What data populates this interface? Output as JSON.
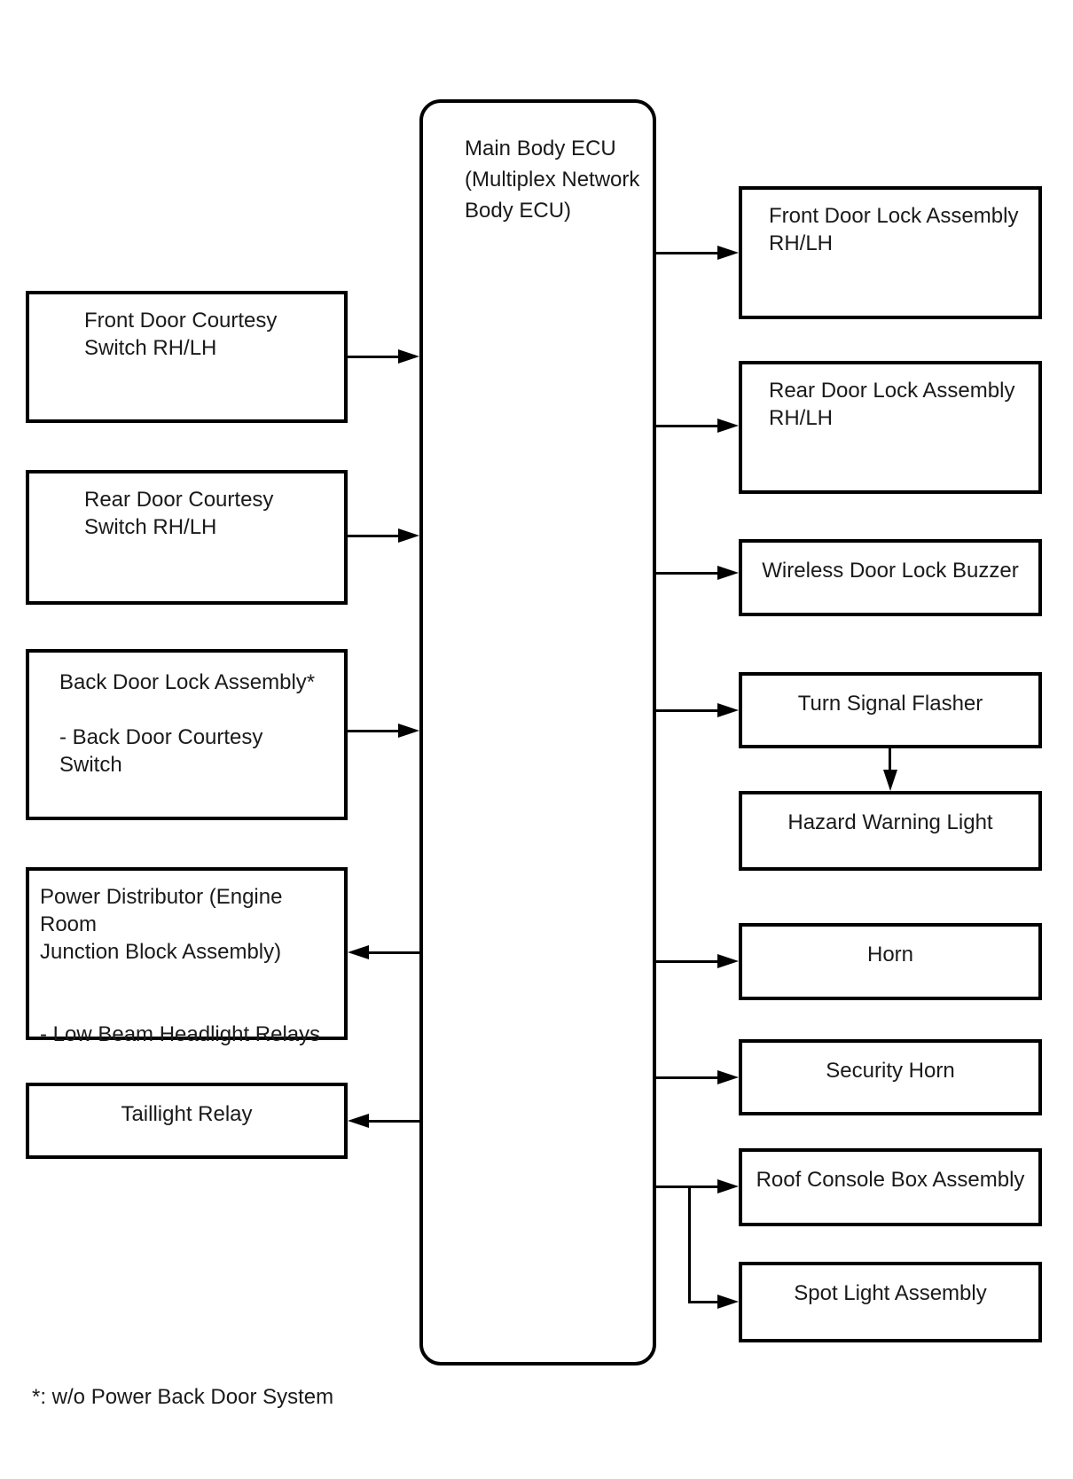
{
  "ecu": {
    "label": "Main Body ECU\n(Multiplex Network\nBody ECU)"
  },
  "left_nodes": [
    {
      "id": "front-door-courtesy-switch",
      "label": "Front Door Courtesy\nSwitch RH/LH",
      "arrow": "into-ecu"
    },
    {
      "id": "rear-door-courtesy-switch",
      "label": "Rear Door Courtesy\nSwitch RH/LH",
      "arrow": "into-ecu"
    },
    {
      "id": "back-door-lock-assembly",
      "label": "Back Door Lock Assembly*\n\n- Back Door Courtesy\nSwitch",
      "arrow": "into-ecu"
    },
    {
      "id": "power-distributor",
      "label": "Power Distributor (Engine Room\nJunction Block Assembly)\n\n\n- Low Beam Headlight Relays",
      "arrow": "from-ecu"
    },
    {
      "id": "taillight-relay",
      "label": "Taillight Relay",
      "arrow": "from-ecu"
    }
  ],
  "right_nodes": [
    {
      "id": "front-door-lock-assembly",
      "label": "Front Door Lock Assembly\nRH/LH",
      "arrow": "from-ecu"
    },
    {
      "id": "rear-door-lock-assembly",
      "label": "Rear Door Lock Assembly\nRH/LH",
      "arrow": "from-ecu"
    },
    {
      "id": "wireless-door-lock-buzzer",
      "label": "Wireless Door Lock Buzzer",
      "arrow": "from-ecu"
    },
    {
      "id": "turn-signal-flasher",
      "label": "Turn Signal Flasher",
      "arrow": "from-ecu"
    },
    {
      "id": "hazard-warning-light",
      "label": "Hazard Warning Light",
      "arrow": "from-turn-signal-flasher"
    },
    {
      "id": "horn",
      "label": "Horn",
      "arrow": "from-ecu"
    },
    {
      "id": "security-horn",
      "label": "Security Horn",
      "arrow": "from-ecu"
    },
    {
      "id": "roof-console-box-assembly",
      "label": "Roof Console Box Assembly",
      "arrow": "from-ecu"
    },
    {
      "id": "spot-light-assembly",
      "label": "Spot Light Assembly",
      "arrow": "from-roof-console-branch"
    }
  ],
  "connections": [
    {
      "from": "front-door-courtesy-switch",
      "to": "main-body-ecu"
    },
    {
      "from": "rear-door-courtesy-switch",
      "to": "main-body-ecu"
    },
    {
      "from": "back-door-lock-assembly",
      "to": "main-body-ecu"
    },
    {
      "from": "main-body-ecu",
      "to": "power-distributor"
    },
    {
      "from": "main-body-ecu",
      "to": "taillight-relay"
    },
    {
      "from": "main-body-ecu",
      "to": "front-door-lock-assembly"
    },
    {
      "from": "main-body-ecu",
      "to": "rear-door-lock-assembly"
    },
    {
      "from": "main-body-ecu",
      "to": "wireless-door-lock-buzzer"
    },
    {
      "from": "main-body-ecu",
      "to": "turn-signal-flasher"
    },
    {
      "from": "turn-signal-flasher",
      "to": "hazard-warning-light"
    },
    {
      "from": "main-body-ecu",
      "to": "horn"
    },
    {
      "from": "main-body-ecu",
      "to": "security-horn"
    },
    {
      "from": "main-body-ecu",
      "to": "roof-console-box-assembly"
    },
    {
      "from": "main-body-ecu",
      "to": "spot-light-assembly"
    }
  ],
  "footnote": "*: w/o Power Back Door System",
  "colors": {
    "line": "#000000",
    "background": "#ffffff",
    "text": "#1a1a1a"
  }
}
